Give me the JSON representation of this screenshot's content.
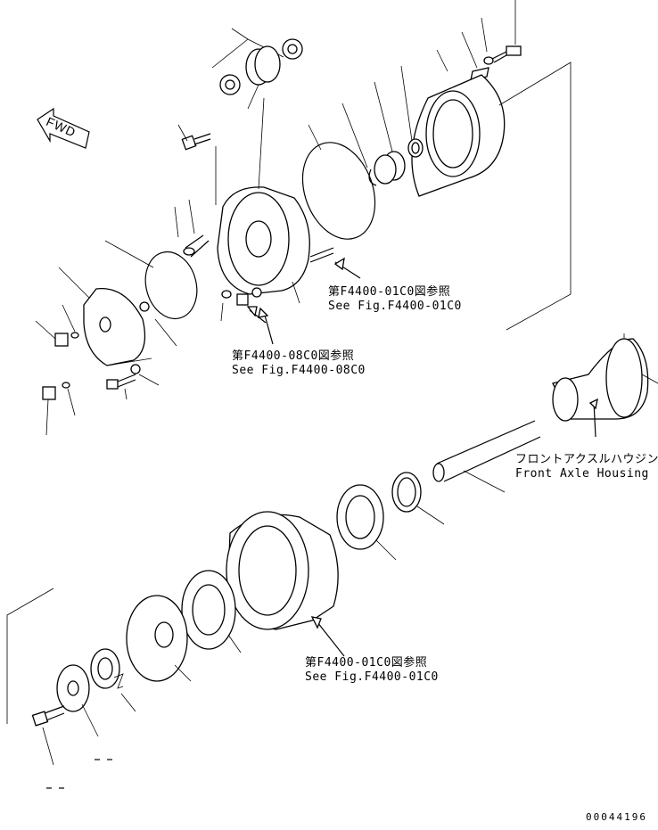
{
  "direction_label": "FWD",
  "references": [
    {
      "jp": "第F4400-01C0図参照",
      "en": "See Fig.F4400-01C0"
    },
    {
      "jp": "第F4400-08C0図参照",
      "en": "See Fig.F4400-08C0"
    },
    {
      "jp": "フロントアクスルハウジング",
      "en": "Front Axle Housing"
    },
    {
      "jp": "第F4400-01C0図参照",
      "en": "See Fig.F4400-01C0"
    }
  ],
  "drawing_number": "00044196"
}
